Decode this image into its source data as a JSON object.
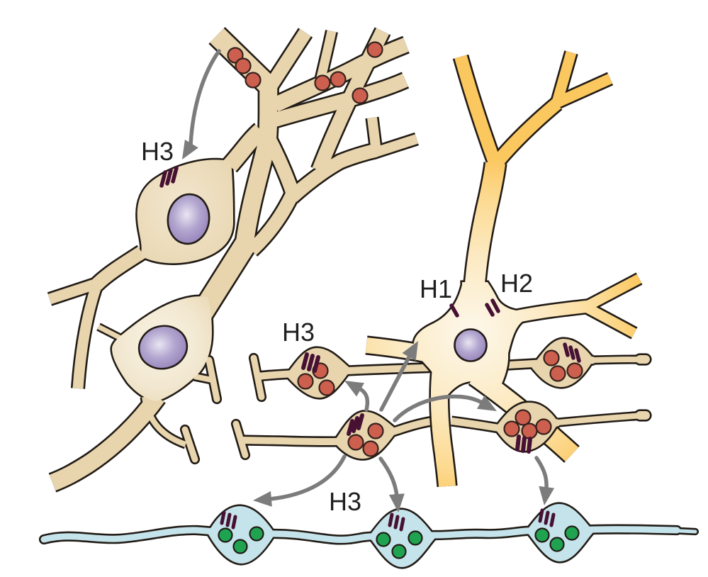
{
  "figure": {
    "type": "biology-diagram",
    "subject": "histamine receptors on neurons and axon varicosities",
    "background": "#ffffff",
    "labels": {
      "h3_top": "H3",
      "h3_axon": "H3",
      "h1": "H1",
      "h2": "H2",
      "h3_bottom": "H3"
    },
    "colors": {
      "ink": "#221c16",
      "tan": "#e8d5ae",
      "somaUpperIn": "#f2e6cf",
      "somaUpperOut": "#e8d5ae",
      "somaLowerIn": "#faf3e4",
      "somaLowerOut": "#e8d5ae",
      "yellowIn": "#fdf8ec",
      "yellowMid": "#fce9c0",
      "yellowOut": "#fbc75f",
      "yellowSolid": "#fbcd6e",
      "nucleusIn": "#e9e5f2",
      "nucleusMid": "#b2a5cf",
      "nucleusOut": "#8b77b3",
      "red": "#cd5f4f",
      "redEdge": "#36221d",
      "green": "#1fa351",
      "blue": "#c5e3eb",
      "plum": "#471133",
      "gray": "#7c7c7c",
      "text": "#1f1f1f"
    }
  }
}
